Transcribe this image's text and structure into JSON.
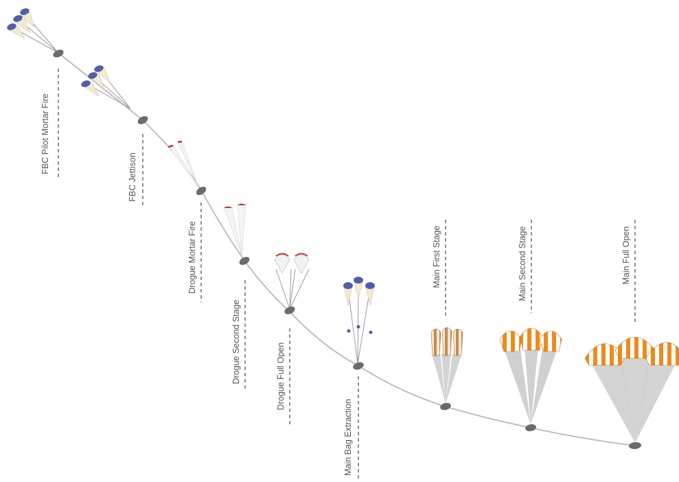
{
  "colors": {
    "trajectory": "#b8b8b8",
    "dash": "#4a6b68",
    "label": "#555555",
    "capsule": "#6b6b6b",
    "pilot_canopy": "#4f5fa8",
    "drogue_tip": "#c0392b",
    "main_orange": "#f08a1c",
    "main_reefed": "#c98a4a",
    "suspension_lines": "#cfcfcf"
  },
  "stages": [
    {
      "label": "FBC Pilot Mortar Fire",
      "icon": "pilot-chutes-icon"
    },
    {
      "label": "FBC Jettison",
      "icon": "pilot-chutes-icon"
    },
    {
      "label": "Drogue Mortar Fire",
      "icon": "drogue-chutes-icon"
    },
    {
      "label": "Drogue Second Stage",
      "icon": "drogue-chutes-icon"
    },
    {
      "label": "Drogue Full Open",
      "icon": "drogue-chutes-icon"
    },
    {
      "label": "Main Bag Extraction",
      "icon": "pilot-chutes-icon"
    },
    {
      "label": "Main First Stage",
      "icon": "main-chutes-icon"
    },
    {
      "label": "Main Second Stage",
      "icon": "main-chutes-icon"
    },
    {
      "label": "Main Full Open",
      "icon": "main-chutes-icon"
    }
  ]
}
